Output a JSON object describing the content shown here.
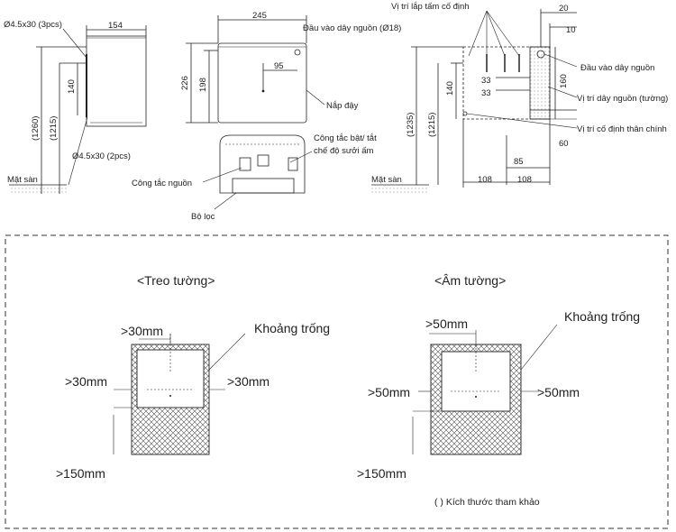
{
  "side_view": {
    "screw_top": "Ø4.5x30 (3pcs)",
    "screw_bottom": "Ø4.5x30 (2pcs)",
    "width": "154",
    "h_140": "140",
    "h_1260": "(1260)",
    "h_1215": "(1215)",
    "floor": "Mặt sàn"
  },
  "front_view": {
    "width": "245",
    "h_226": "226",
    "h_198": "198",
    "w_95": "95",
    "power_inlet": "Đầu vào dây nguồn (Ø18)",
    "cover": "Nắp đậy",
    "switch_heater": "Công tắc bật/ tắt",
    "switch_heater_2": "chế độ sưởi ấm",
    "power_switch": "Công tắc nguồn",
    "filter": "Bộ lọc"
  },
  "rear_view": {
    "plate_pos": "Vị trí lắp tấm cố định",
    "d20": "20",
    "d10": "10",
    "power_inlet": "Đầu vào dây nguồn",
    "d33a": "33",
    "d33b": "33",
    "d160": "160",
    "h140": "140",
    "wall_cable": "Vị trí dây nguồn (tường)",
    "h1235": "(1235)",
    "h1215": "(1215)",
    "fix_main": "Vị trí cố định thân chính",
    "d60": "60",
    "d85": "85",
    "d108a": "108",
    "d108b": "108",
    "floor": "Mặt sàn"
  },
  "clearance": {
    "wall_title": "<Treo tường>",
    "recess_title": "<Âm tường>",
    "gap_label": "Khoảng trống",
    "wall_top": ">30mm",
    "wall_left": ">30mm",
    "wall_right": ">30mm",
    "wall_bottom": ">150mm",
    "rec_top": ">50mm",
    "rec_left": ">50mm",
    "rec_right": ">50mm",
    "rec_bottom": ">150mm",
    "note": "( ) Kích thước tham khảo"
  }
}
